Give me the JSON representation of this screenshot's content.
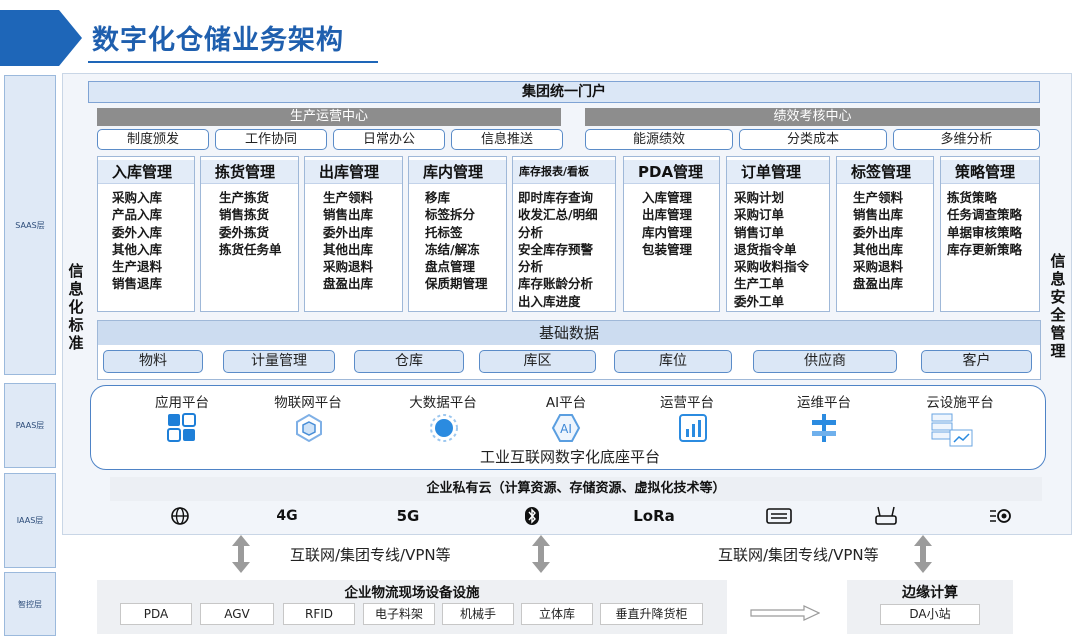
{
  "title": "数字化仓储业务架构",
  "layers": {
    "saas": "SAAS层",
    "paas": "PAAS层",
    "iaas": "IAAS层",
    "control": "智控层"
  },
  "side_left": "信息化标准",
  "side_right": "信息安全管理",
  "portal": "集团统一门户",
  "centers": {
    "production": "生产运营中心",
    "performance": "绩效考核中心"
  },
  "sub_buttons": [
    "制度颁发",
    "工作协同",
    "日常办公",
    "信息推送",
    "能源绩效",
    "分类成本",
    "多维分析"
  ],
  "modules": [
    {
      "title": "入库管理",
      "items": [
        "采购入库",
        "产品入库",
        "委外入库",
        "其他入库",
        "生产退料",
        "销售退库"
      ]
    },
    {
      "title": "拣货管理",
      "items": [
        "生产拣货",
        "销售拣货",
        "委外拣货",
        "拣货任务单"
      ]
    },
    {
      "title": "出库管理",
      "items": [
        "生产领料",
        "销售出库",
        "委外出库",
        "其他出库",
        "采购退料",
        "盘盈出库"
      ]
    },
    {
      "title": "库内管理",
      "items": [
        "移库",
        "标签拆分",
        "托标签",
        "冻结/解冻",
        "盘点管理",
        "保质期管理"
      ]
    },
    {
      "title": "库存报表/看板",
      "items": [
        "即时库存查询",
        "收发汇总/明细",
        "分析",
        "安全库存预警",
        "分析",
        "库存账龄分析",
        "出入库进度"
      ]
    },
    {
      "title": "PDA管理",
      "items": [
        "入库管理",
        "出库管理",
        "库内管理",
        "包装管理"
      ]
    },
    {
      "title": "订单管理",
      "items": [
        "采购计划",
        "采购订单",
        "销售订单",
        "退货指令单",
        "采购收料指令",
        "生产工单",
        "委外工单"
      ]
    },
    {
      "title": "标签管理",
      "items": [
        "生产领料",
        "销售出库",
        "委外出库",
        "其他出库",
        "采购退料",
        "盘盈出库"
      ]
    },
    {
      "title": "策略管理",
      "items": [
        "拣货策略",
        "任务调查策略",
        "单据审核策略",
        "库存更新策略"
      ]
    }
  ],
  "basic_data": {
    "title": "基础数据",
    "items": [
      "物料",
      "计量管理",
      "仓库",
      "库区",
      "库位",
      "供应商",
      "客户"
    ]
  },
  "paas": {
    "platforms": [
      "应用平台",
      "物联网平台",
      "大数据平台",
      "AI平台",
      "运营平台",
      "运维平台",
      "云设施平台"
    ],
    "ai_icon_text": "AI",
    "footer": "工业互联网数字化底座平台"
  },
  "iaas": {
    "cloud": "企业私有云（计算资源、存储资源、虚拟化技术等）",
    "network": {
      "g4": "4G",
      "g5": "5G",
      "lora": "LoRa"
    }
  },
  "net_links": {
    "left": "互联网/集团专线/VPN等",
    "right": "互联网/集团专线/VPN等"
  },
  "devices": {
    "title": "企业物流现场设备设施",
    "items": [
      "PDA",
      "AGV",
      "RFID",
      "电子料架",
      "机械手",
      "立体库",
      "垂直升降货柜"
    ]
  },
  "edge": {
    "title": "边缘计算",
    "item": "DA小站"
  },
  "colors": {
    "brand_blue": "#1e66b8",
    "light_blue": "#dbe7f6",
    "center_grey": "#8d8d8d"
  }
}
